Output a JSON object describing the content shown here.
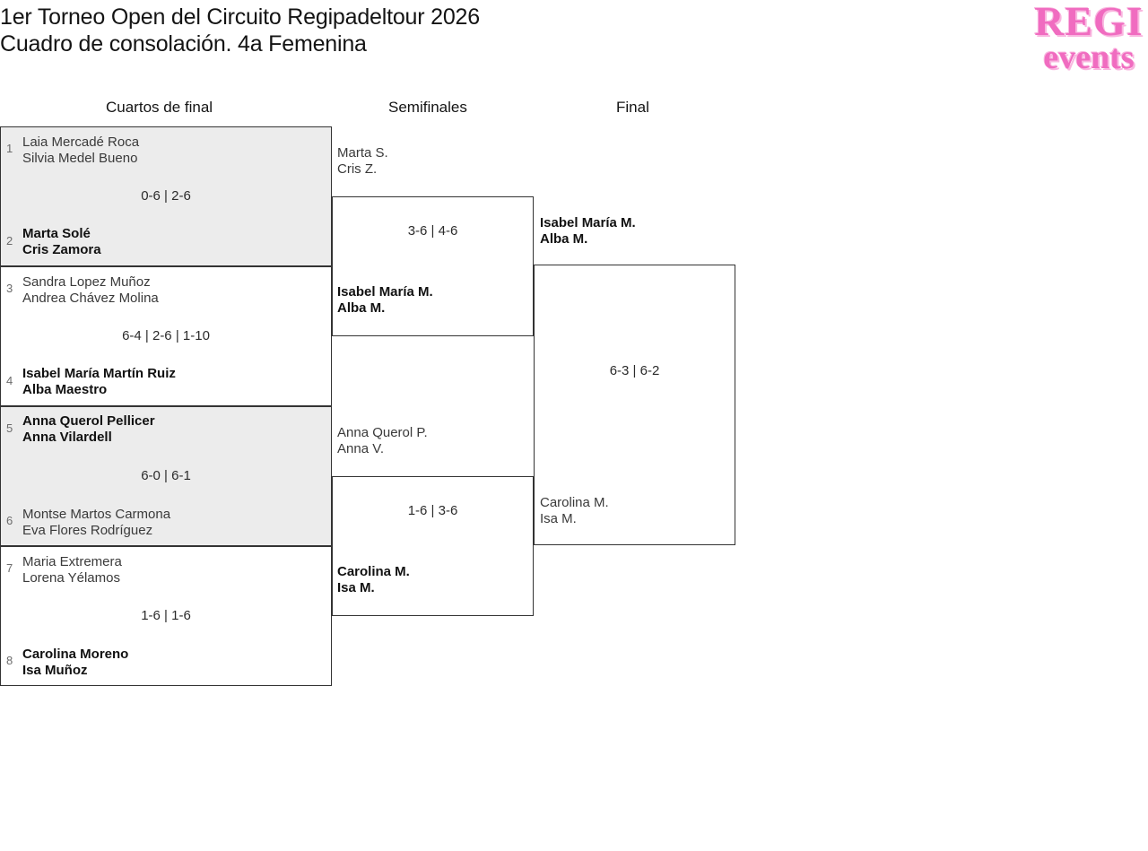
{
  "header": {
    "title_line1": "1er Torneo Open del Circuito Regipadeltour 2026",
    "title_line2": "Cuadro de consolación. 4a Femenina",
    "logo_top": "REGI",
    "logo_bottom": "events",
    "logo_color": "#f06cc0",
    "logo_shadow_color": "#f9b6df"
  },
  "rounds": {
    "quarterfinals_label": "Cuartos de final",
    "semifinals_label": "Semifinales",
    "final_label": "Final"
  },
  "bracket": {
    "quarterfinals": [
      {
        "shaded": true,
        "score": "0-6 | 2-6",
        "top": {
          "seed": "1",
          "player1": "Laia Mercadé Roca",
          "player2": "Silvia Medel Bueno",
          "winner": false
        },
        "bottom": {
          "seed": "2",
          "player1": "Marta Solé",
          "player2": "Cris Zamora",
          "winner": true
        }
      },
      {
        "shaded": false,
        "score": "6-4 | 2-6 | 1-10",
        "top": {
          "seed": "3",
          "player1": "Sandra Lopez Muñoz",
          "player2": "Andrea Chávez Molina",
          "winner": false
        },
        "bottom": {
          "seed": "4",
          "player1": "Isabel María Martín Ruiz",
          "player2": "Alba Maestro",
          "winner": true
        }
      },
      {
        "shaded": true,
        "score": "6-0 | 6-1",
        "top": {
          "seed": "5",
          "player1": "Anna Querol Pellicer",
          "player2": "Anna Vilardell",
          "winner": true
        },
        "bottom": {
          "seed": "6",
          "player1": "Montse Martos Carmona",
          "player2": "Eva Flores Rodríguez",
          "winner": false
        }
      },
      {
        "shaded": false,
        "score": "1-6 | 1-6",
        "top": {
          "seed": "7",
          "player1": "Maria Extremera",
          "player2": "Lorena Yélamos",
          "winner": false
        },
        "bottom": {
          "seed": "8",
          "player1": "Carolina Moreno",
          "player2": "Isa Muñoz",
          "winner": true
        }
      }
    ],
    "semifinals": [
      {
        "score": "3-6 | 4-6",
        "top": {
          "player1": "Marta S.",
          "player2": "Cris Z.",
          "winner": false
        },
        "bottom": {
          "player1": "Isabel María M.",
          "player2": "Alba M.",
          "winner": true
        }
      },
      {
        "score": "1-6 | 3-6",
        "top": {
          "player1": "Anna Querol P.",
          "player2": "Anna V.",
          "winner": false
        },
        "bottom": {
          "player1": "Carolina M.",
          "player2": "Isa M.",
          "winner": true
        }
      }
    ],
    "final": {
      "score": "6-3 | 6-2",
      "top": {
        "player1": "Isabel María M.",
        "player2": "Alba M.",
        "winner": true
      },
      "bottom": {
        "player1": "Carolina M.",
        "player2": "Isa M.",
        "winner": false
      }
    }
  }
}
